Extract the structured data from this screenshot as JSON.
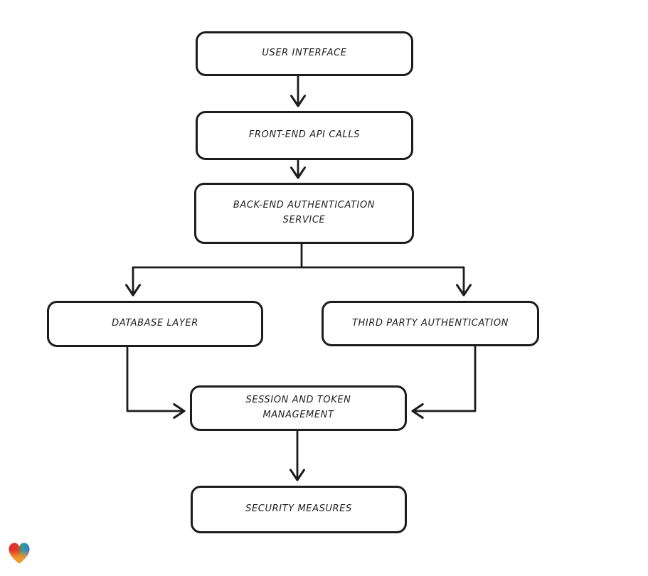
{
  "canvas": {
    "background": "#ffffff",
    "stroke_color": "#1c1c1c",
    "text_color": "#1f1f1f"
  },
  "diagram": {
    "type": "flowchart",
    "nodes": [
      {
        "id": "user-interface",
        "lines": [
          "USER INTERFACE"
        ]
      },
      {
        "id": "front-end-api-calls",
        "lines": [
          "FRONT-END API CALLS"
        ]
      },
      {
        "id": "back-end-authentication-service",
        "lines": [
          "BACK-END AUTHENTICATION",
          "SERVICE"
        ]
      },
      {
        "id": "database-layer",
        "lines": [
          "DATABASE LAYER"
        ]
      },
      {
        "id": "third-party-authentication",
        "lines": [
          "THIRD PARTY AUTHENTICATION"
        ]
      },
      {
        "id": "session-and-token-management",
        "lines": [
          "SESSION AND TOKEN",
          "MANAGEMENT"
        ]
      },
      {
        "id": "security-measures",
        "lines": [
          "SECURITY MEASURES"
        ]
      }
    ],
    "edges": [
      {
        "from": "user-interface",
        "to": "front-end-api-calls"
      },
      {
        "from": "front-end-api-calls",
        "to": "back-end-authentication-service"
      },
      {
        "from": "back-end-authentication-service",
        "to": "database-layer"
      },
      {
        "from": "back-end-authentication-service",
        "to": "third-party-authentication"
      },
      {
        "from": "database-layer",
        "to": "session-and-token-management"
      },
      {
        "from": "third-party-authentication",
        "to": "session-and-token-management"
      },
      {
        "from": "session-and-token-management",
        "to": "security-measures"
      }
    ]
  },
  "logo": {
    "name": "gradient-heart",
    "colors": {
      "red": "#e32b2b",
      "teal": "#1fa98c",
      "blue": "#3a7bd8",
      "orange": "#f59928"
    }
  }
}
